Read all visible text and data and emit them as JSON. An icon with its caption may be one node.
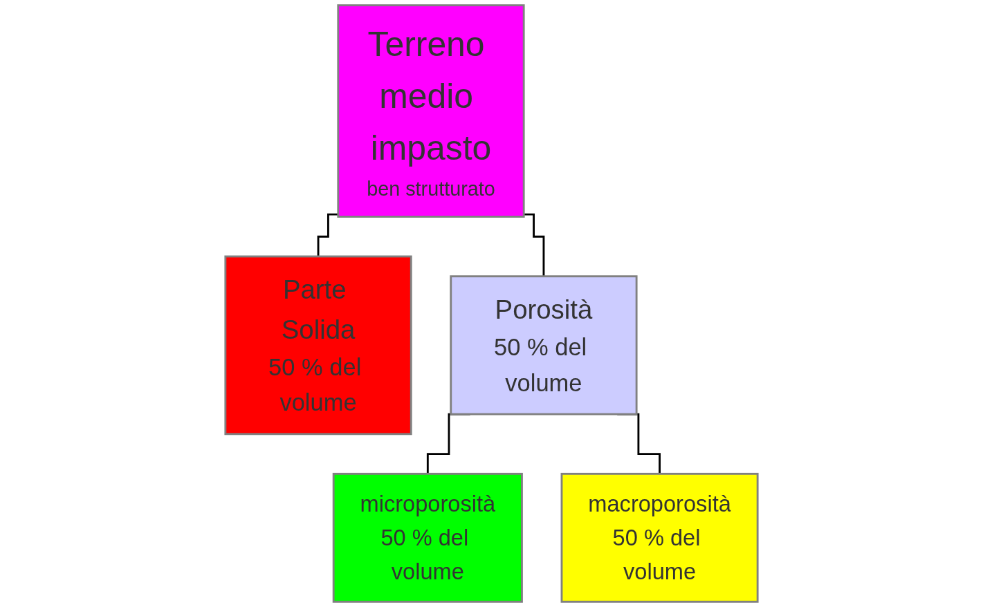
{
  "diagram": {
    "nodes": [
      {
        "text": [
          "Terreno medio impasto",
          "ben strutturato"
        ]
      },
      {
        "text": [
          "Parte Solida",
          "50 % del volume"
        ]
      },
      {
        "text": [
          "Porosità",
          "50 % del volume"
        ]
      },
      {
        "text": [
          "microporosità",
          "50 % del volume"
        ]
      },
      {
        "text": [
          "macroporosità",
          "50 % del volume"
        ]
      }
    ],
    "edges": [
      {
        "from": 0,
        "to": 1,
        "arrow": "none"
      },
      {
        "from": 0,
        "to": 2,
        "arrow": "none"
      },
      {
        "from": 2,
        "to": 3,
        "arrow": "none"
      },
      {
        "from": 2,
        "to": 4,
        "arrow": "none"
      }
    ]
  }
}
